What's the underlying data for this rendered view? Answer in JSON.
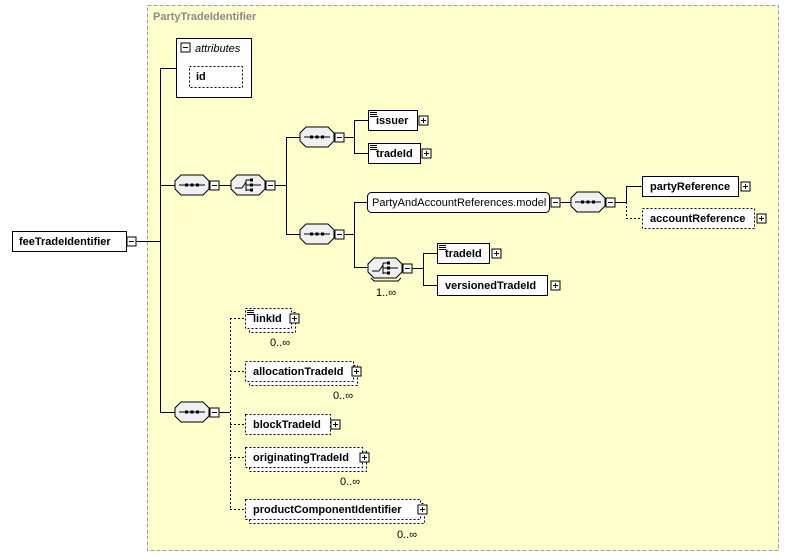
{
  "complex_type": "PartyTradeIdentifier",
  "root_element": "feeTradeIdentifier",
  "attributes": {
    "title": "attributes",
    "items": [
      "id"
    ]
  },
  "elements": {
    "issuer": "issuer",
    "tradeId_1": "tradeId",
    "group_ref": "PartyAndAccountReferences.model",
    "partyReference": "partyReference",
    "accountReference": "accountReference",
    "tradeId_2": "tradeId",
    "versionedTradeId": "versionedTradeId",
    "linkId": "linkId",
    "allocationTradeId": "allocationTradeId",
    "blockTradeId": "blockTradeId",
    "originatingTradeId": "originatingTradeId",
    "productComponentIdentifier": "productComponentIdentifier"
  },
  "cardinalities": {
    "choice_occurs": "1..∞",
    "linkId": "0..∞",
    "allocationTradeId": "0..∞",
    "originatingTradeId": "0..∞",
    "productComponentIdentifier": "0..∞"
  },
  "colors": {
    "type_bg": "#ffffcc",
    "type_border": "#a0a0a0",
    "title": "#8a8a8a"
  }
}
